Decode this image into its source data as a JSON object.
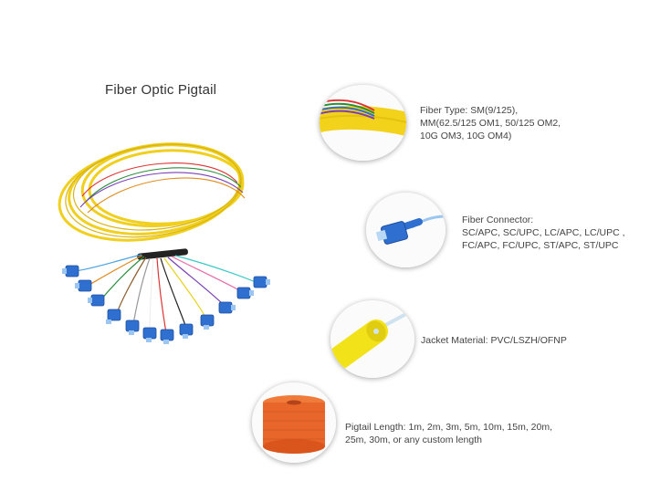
{
  "title": "Fiber Optic Pigtail",
  "features": [
    {
      "lines": [
        "Fiber Type: SM(9/125),",
        "MM(62.5/125 OM1, 50/125 OM2,",
        "10G OM3, 10G OM4)"
      ],
      "icon": "fiber-type-icon"
    },
    {
      "lines": [
        "Fiber Connector:",
        "SC/APC, SC/UPC, LC/APC, LC/UPC ,",
        "FC/APC, FC/UPC, ST/APC, ST/UPC"
      ],
      "icon": "sc-connector-icon"
    },
    {
      "lines": [
        "Jacket Material: PVC/LSZH/OFNP"
      ],
      "icon": "jacket-icon"
    },
    {
      "lines": [
        "Pigtail Length: 1m, 2m, 3m, 5m, 10m, 15m, 20m,",
        "25m, 30m, or any custom length"
      ],
      "icon": "cable-spool-icon"
    }
  ],
  "colors": {
    "jacket_yellow": "#f2d21a",
    "connector_blue": "#2f6fcf",
    "spool_orange": "#e8662a"
  }
}
